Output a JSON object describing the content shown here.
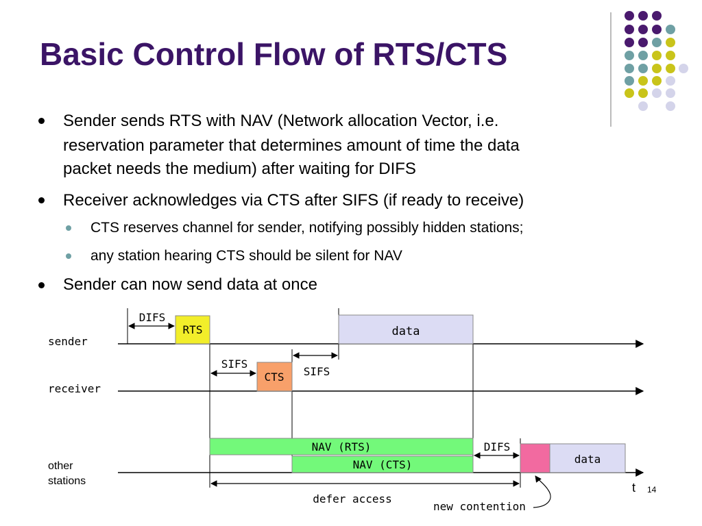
{
  "title": "Basic Control Flow of RTS/CTS",
  "bullets": [
    {
      "lines": [
        "Sender sends RTS with NAV (Network allocation Vector, i.e.",
        "reservation parameter that determines amount of time the data",
        "packet needs the medium) after waiting for DIFS"
      ]
    },
    {
      "lines": [
        "Receiver acknowledges via CTS after SIFS (if ready to receive)"
      ]
    },
    {
      "sub": true,
      "lines": [
        "CTS reserves channel for sender, notifying possibly hidden stations;"
      ]
    },
    {
      "sub": true,
      "lines": [
        "any station hearing CTS should be silent for NAV"
      ]
    },
    {
      "lines": [
        "Sender can now send data at once"
      ]
    }
  ],
  "diagram": {
    "rows": {
      "sender": "sender",
      "receiver": "receiver",
      "other_line1": "other",
      "other_line2": "stations"
    },
    "boxes": {
      "rts": {
        "label": "RTS",
        "color": "#f2ee2a"
      },
      "cts": {
        "label": "CTS",
        "color": "#f8a06a"
      },
      "data_sender": {
        "label": "data",
        "color": "#dcdcf4"
      },
      "nav_rts": {
        "label": "NAV (RTS)",
        "color": "#73f97a"
      },
      "nav_cts": {
        "label": "NAV (CTS)",
        "color": "#73f97a"
      },
      "contention": {
        "label": "",
        "color": "#f26aa0"
      },
      "data_other": {
        "label": "data",
        "color": "#dcdcf4"
      }
    },
    "intervals": {
      "difs_sender": "DIFS",
      "sifs_receiver": "SIFS",
      "sifs_sender": "SIFS",
      "difs_other": "DIFS"
    },
    "labels": {
      "defer_access": "defer access",
      "new_contention": "new contention",
      "time_axis": "t"
    }
  },
  "page_number": "14",
  "colors": {
    "title": "#3b1466",
    "dot_purple": "#4a1a6e",
    "dot_teal": "#6fa0a4",
    "dot_yellow": "#c9c41a",
    "dot_lavender": "#d4d4ea"
  }
}
